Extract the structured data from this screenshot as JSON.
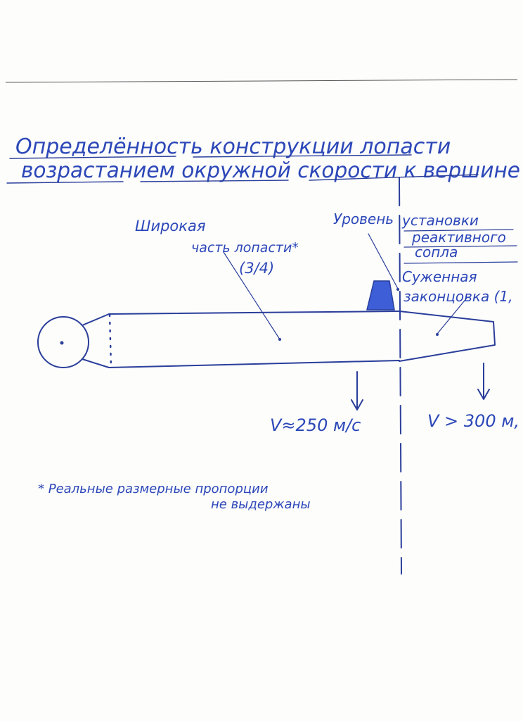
{
  "title": {
    "line1": "Определённость конструкции лопасти",
    "line2": "возрастанием окружной скорости к вершине"
  },
  "labels": {
    "wide_part_1": "Широкая",
    "wide_part_2": "часть лопасти*",
    "wide_part_3": "(3/4)",
    "level": "Уровень",
    "nozzle_1": "установки",
    "nozzle_2": "реактивного",
    "nozzle_3": "сопла",
    "narrow_1": "Суженная",
    "narrow_2": "законцовка (1,",
    "speed_left": "V≈250 м/с",
    "speed_right": "V > 300 м,",
    "footnote_1": "* Реальные размерные пропорции",
    "footnote_2": "не выдержаны"
  },
  "colors": {
    "ink": "#2a3e9a",
    "text": "#2c47b8",
    "nozzle_fill": "#3d5ed6"
  }
}
